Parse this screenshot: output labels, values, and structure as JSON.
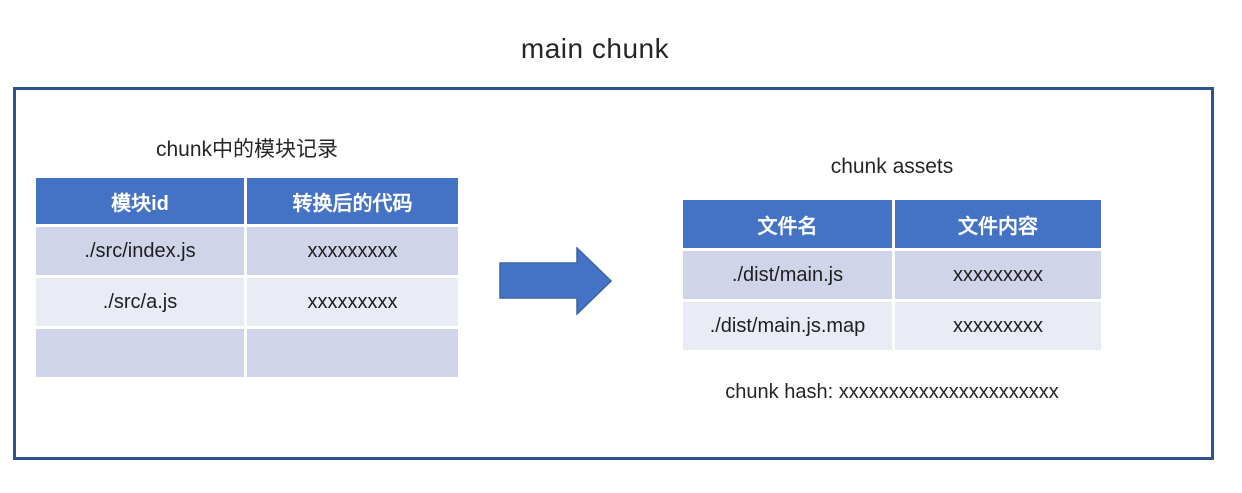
{
  "title": "main chunk",
  "colors": {
    "table_header_blue": "#4472C4",
    "row_dark": "#CFD4E9",
    "row_light": "#E9EBF5",
    "box_border_blue": "#2E5395",
    "arrow_fill": "#4472C4",
    "arrow_stroke": "#3E64A3"
  },
  "left_panel": {
    "label": "chunk中的模块记录",
    "table": {
      "headers": [
        "模块id",
        "转换后的代码"
      ],
      "rows": [
        [
          "./src/index.js",
          "xxxxxxxxx"
        ],
        [
          "./src/a.js",
          "xxxxxxxxx"
        ],
        [
          "",
          ""
        ]
      ]
    }
  },
  "arrow": {
    "icon": "right-arrow-icon"
  },
  "right_panel": {
    "label": "chunk assets",
    "table": {
      "headers": [
        "文件名",
        "文件内容"
      ],
      "rows": [
        [
          "./dist/main.js",
          "xxxxxxxxx"
        ],
        [
          "./dist/main.js.map",
          "xxxxxxxxx"
        ]
      ]
    },
    "hash_text": "chunk hash: xxxxxxxxxxxxxxxxxxxxxx"
  }
}
